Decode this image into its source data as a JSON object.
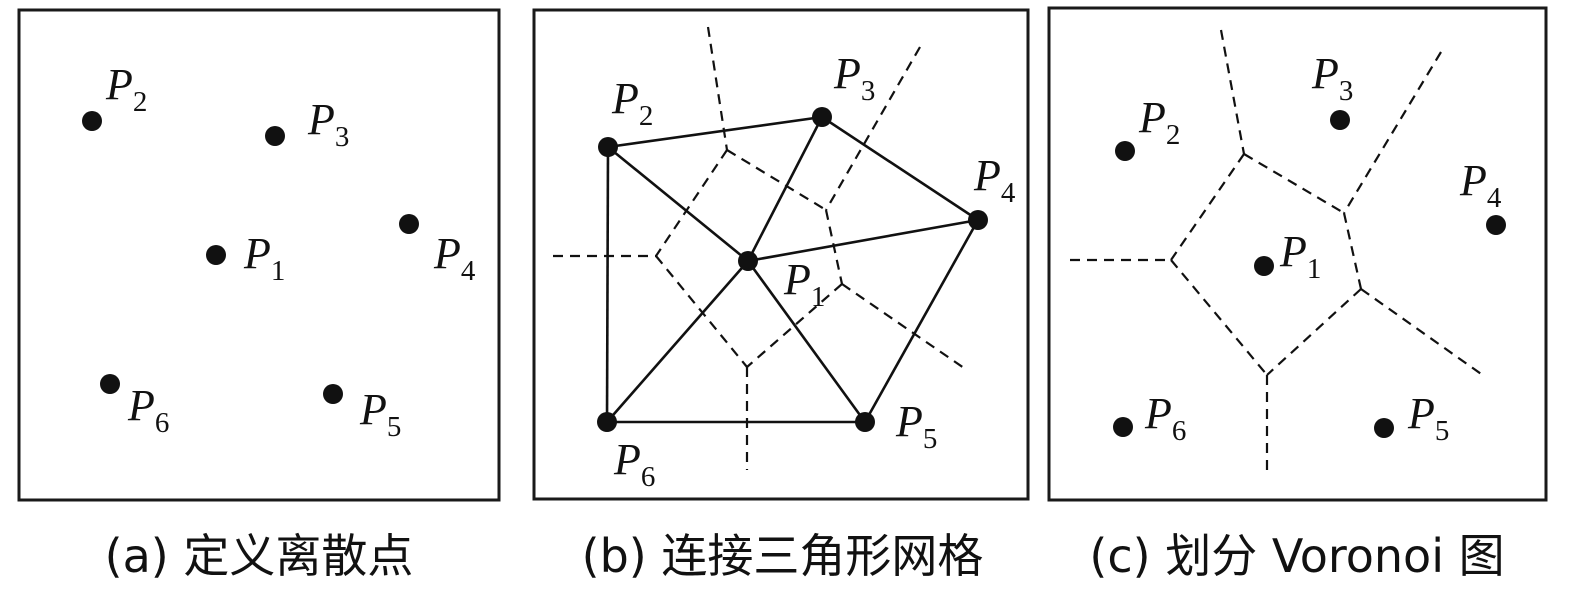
{
  "panels": [
    {
      "caption": "(a) 定义离散点",
      "points": [
        {
          "name": "P",
          "sub": "2"
        },
        {
          "name": "P",
          "sub": "3"
        },
        {
          "name": "P",
          "sub": "1"
        },
        {
          "name": "P",
          "sub": "4"
        },
        {
          "name": "P",
          "sub": "6"
        },
        {
          "name": "P",
          "sub": "5"
        }
      ]
    },
    {
      "caption": "(b) 连接三角形网格",
      "points": [
        {
          "name": "P",
          "sub": "2"
        },
        {
          "name": "P",
          "sub": "3"
        },
        {
          "name": "P",
          "sub": "4"
        },
        {
          "name": "P",
          "sub": "1"
        },
        {
          "name": "P",
          "sub": "6"
        },
        {
          "name": "P",
          "sub": "5"
        }
      ]
    },
    {
      "caption": "(c) 划分 Voronoi 图",
      "points": [
        {
          "name": "P",
          "sub": "2"
        },
        {
          "name": "P",
          "sub": "3"
        },
        {
          "name": "P",
          "sub": "4"
        },
        {
          "name": "P",
          "sub": "1"
        },
        {
          "name": "P",
          "sub": "6"
        },
        {
          "name": "P",
          "sub": "5"
        }
      ]
    }
  ]
}
